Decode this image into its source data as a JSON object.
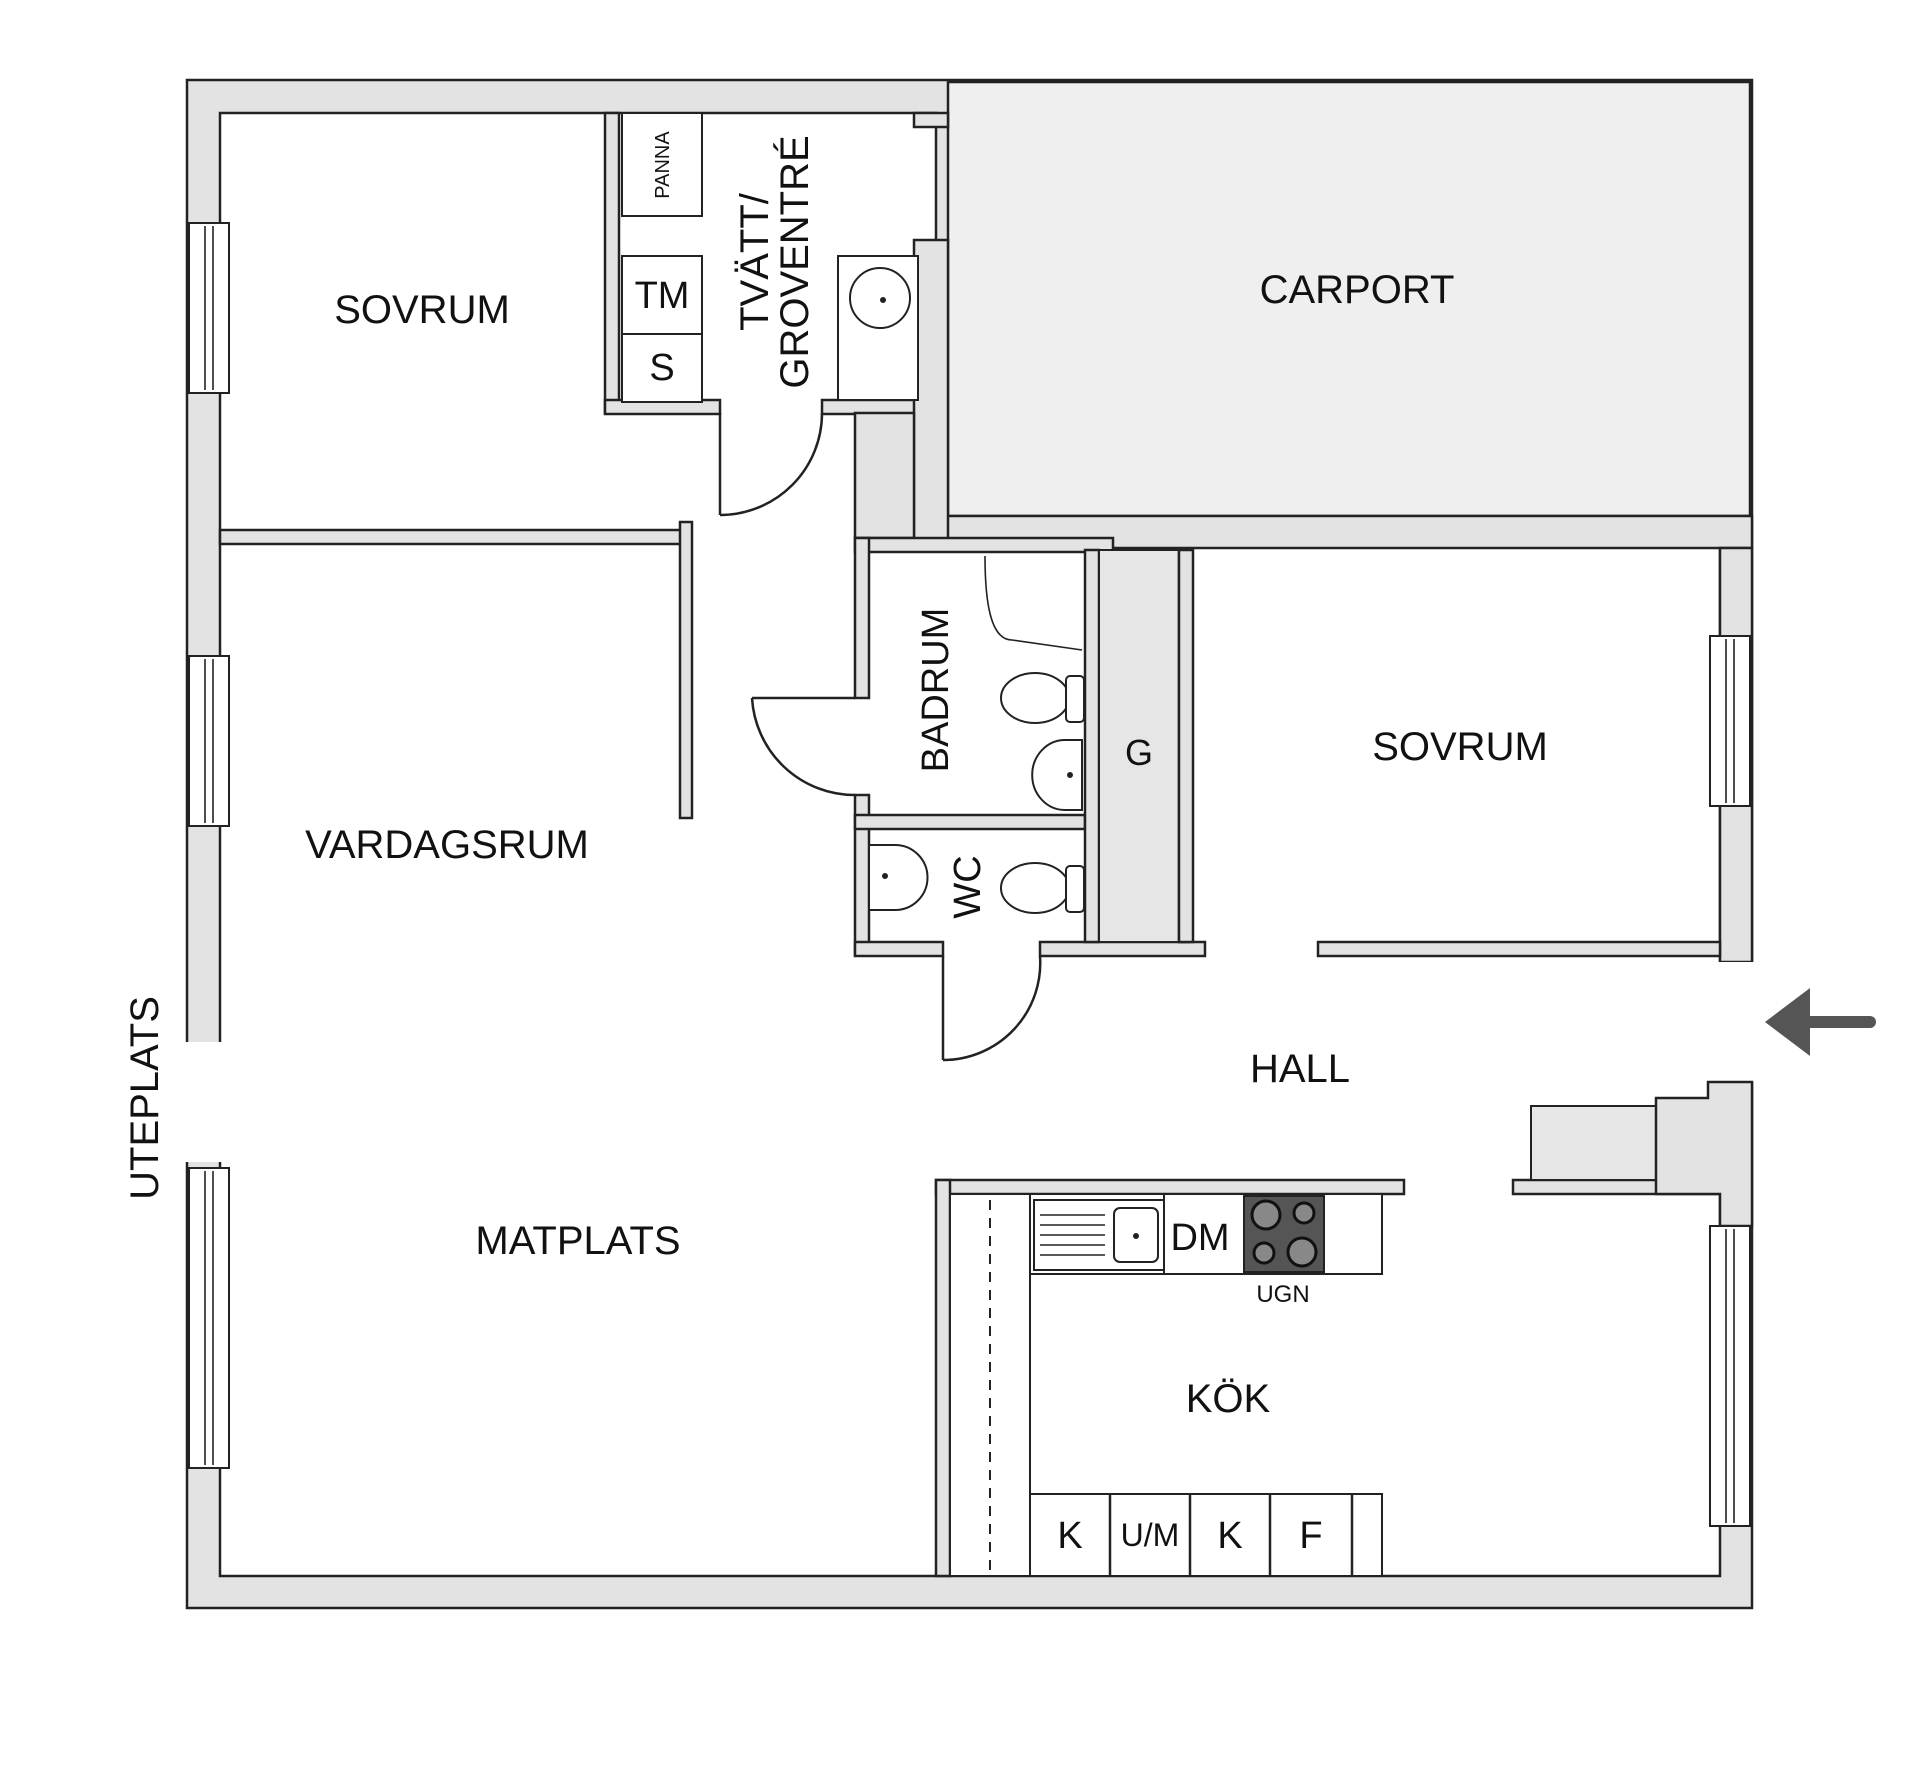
{
  "floorplan": {
    "rooms": {
      "sovrum_1": "SOVRUM",
      "tvatt_line1": "TVÄTT/",
      "tvatt_line2": "GROVENTRÉ",
      "carport": "CARPORT",
      "vardagsrum": "VARDAGSRUM",
      "badrum": "BADRUM",
      "wc": "WC",
      "sovrum_2": "SOVRUM",
      "hall": "HALL",
      "matplats": "MATPLATS",
      "kok": "KÖK"
    },
    "fixtures": {
      "panna": "PANNA",
      "tm": "TM",
      "s": "S",
      "g": "G",
      "dm": "DM",
      "ugn": "UGN",
      "k1": "K",
      "um": "U/M",
      "k2": "K",
      "f": "F"
    },
    "exterior": {
      "uteplats": "UTEPLATS"
    },
    "colors": {
      "wall_fill": "#e3e3e3",
      "stroke": "#222222",
      "arrow": "#555555",
      "stove": "#555555"
    },
    "icons": [
      "entrance-arrow-icon",
      "sink-icon",
      "toilet-icon",
      "stove-icon",
      "door-swing-icon",
      "window-icon"
    ]
  }
}
